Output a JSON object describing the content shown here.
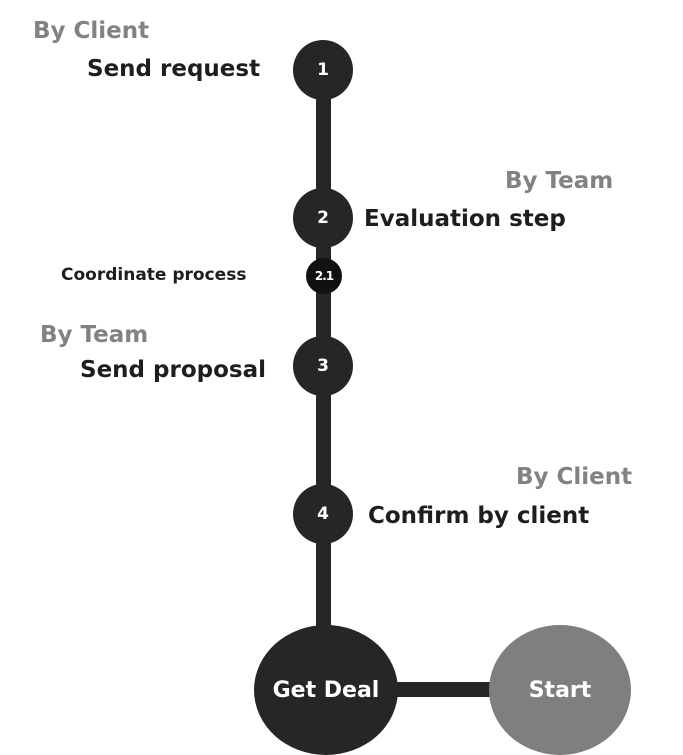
{
  "steps": [
    {
      "number": "1",
      "actor": "By Client",
      "title": "Send request"
    },
    {
      "number": "2",
      "actor": "By Team",
      "title": "Evaluation step"
    },
    {
      "number": "3",
      "actor": "By Team",
      "title": "Send proposal"
    },
    {
      "number": "4",
      "actor": "By Client",
      "title": "Confirm by client"
    }
  ],
  "substep": {
    "number": "2.1",
    "title": "Coordinate process"
  },
  "end_node": {
    "label": "Get Deal"
  },
  "start_node": {
    "label": "Start"
  },
  "colors": {
    "node": "#262626",
    "substep_node": "#111111",
    "start_node": "#7f7f7f",
    "actor_text": "#828282",
    "title_text": "#1e1e1e"
  }
}
